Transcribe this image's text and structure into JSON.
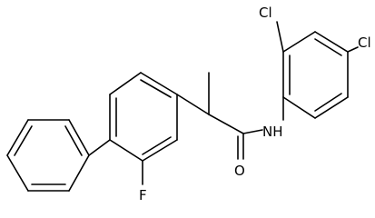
{
  "molecule": {
    "atom_labels": {
      "cl_top": "Cl",
      "cl_right": "Cl",
      "nh": "NH",
      "o": "O",
      "f": "F"
    }
  },
  "colors": {
    "bond": "#000000",
    "text": "#000000",
    "background": "#ffffff"
  }
}
